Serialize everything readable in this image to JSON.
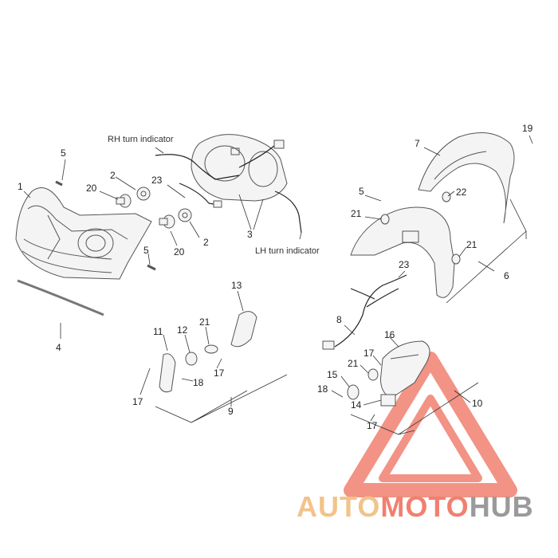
{
  "captions": {
    "rh_turn_indicator": "RH turn indicator",
    "lh_turn_indicator": "LH turn indicator"
  },
  "callouts": {
    "c1": "1",
    "c2a": "2",
    "c2b": "2",
    "c3": "3",
    "c4": "4",
    "c5a": "5",
    "c5b": "5",
    "c5c": "5",
    "c6": "6",
    "c7": "7",
    "c8": "8",
    "c9": "9",
    "c10": "10",
    "c11": "11",
    "c12": "12",
    "c13": "13",
    "c14": "14",
    "c15": "15",
    "c16": "16",
    "c17a": "17",
    "c17b": "17",
    "c17c": "17",
    "c17d": "17",
    "c18a": "18",
    "c18b": "18",
    "c19": "19",
    "c20a": "20",
    "c20b": "20",
    "c21a": "21",
    "c21b": "21",
    "c21c": "21",
    "c21d": "21",
    "c22": "22",
    "c23a": "23",
    "c23b": "23"
  },
  "watermark": {
    "part1": "AUTO",
    "part2": "MOTO",
    "part3": "HUB",
    "color_part1": "#f2c38a",
    "color_part2": "#f08070",
    "color_part3": "#9a9a9a"
  }
}
